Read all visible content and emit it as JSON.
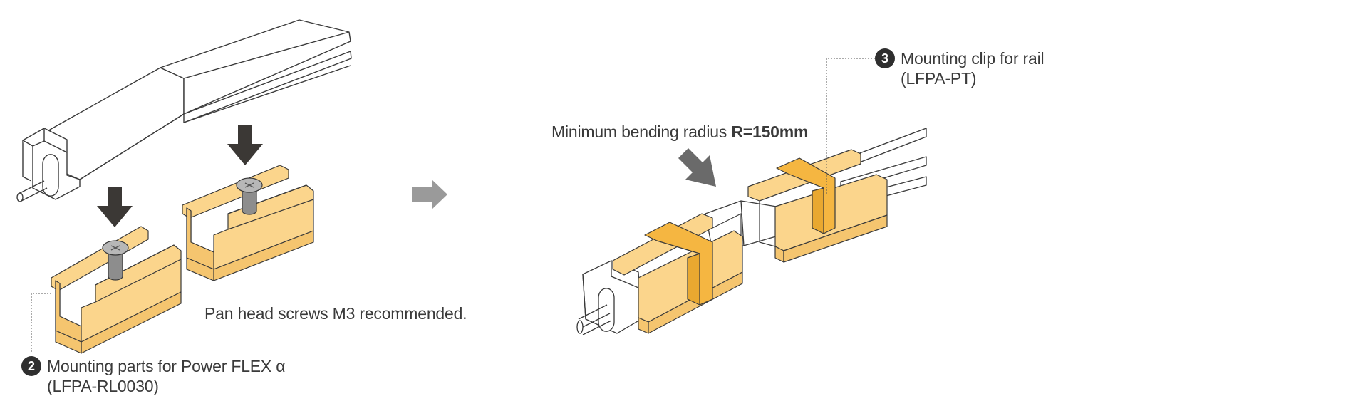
{
  "colors": {
    "line": "#3a3a3a",
    "rail_fill": "#fbd58c",
    "rail_side": "#f5c56f",
    "clip_fill": "#f5b641",
    "arrow_dark": "#3b3835",
    "arrow_grey": "#9a9a9a",
    "screw": "#8d8d8d",
    "marker_bg": "#2f2f2f"
  },
  "icons": [
    "down-arrow-icon",
    "right-arrow-icon",
    "diagonal-arrow-icon",
    "screw-icon"
  ],
  "labels": {
    "screw_note": "Pan head screws M3 recommended.",
    "bend_prefix": "Minimum bending radius ",
    "bend_value": "R=150mm",
    "part2": {
      "number": "2",
      "line1": "Mounting parts for Power FLEX α",
      "line2": "(LFPA-RL0030)"
    },
    "part3": {
      "number": "3",
      "line1": "Mounting clip for rail",
      "line2": "(LFPA-PT)"
    }
  }
}
